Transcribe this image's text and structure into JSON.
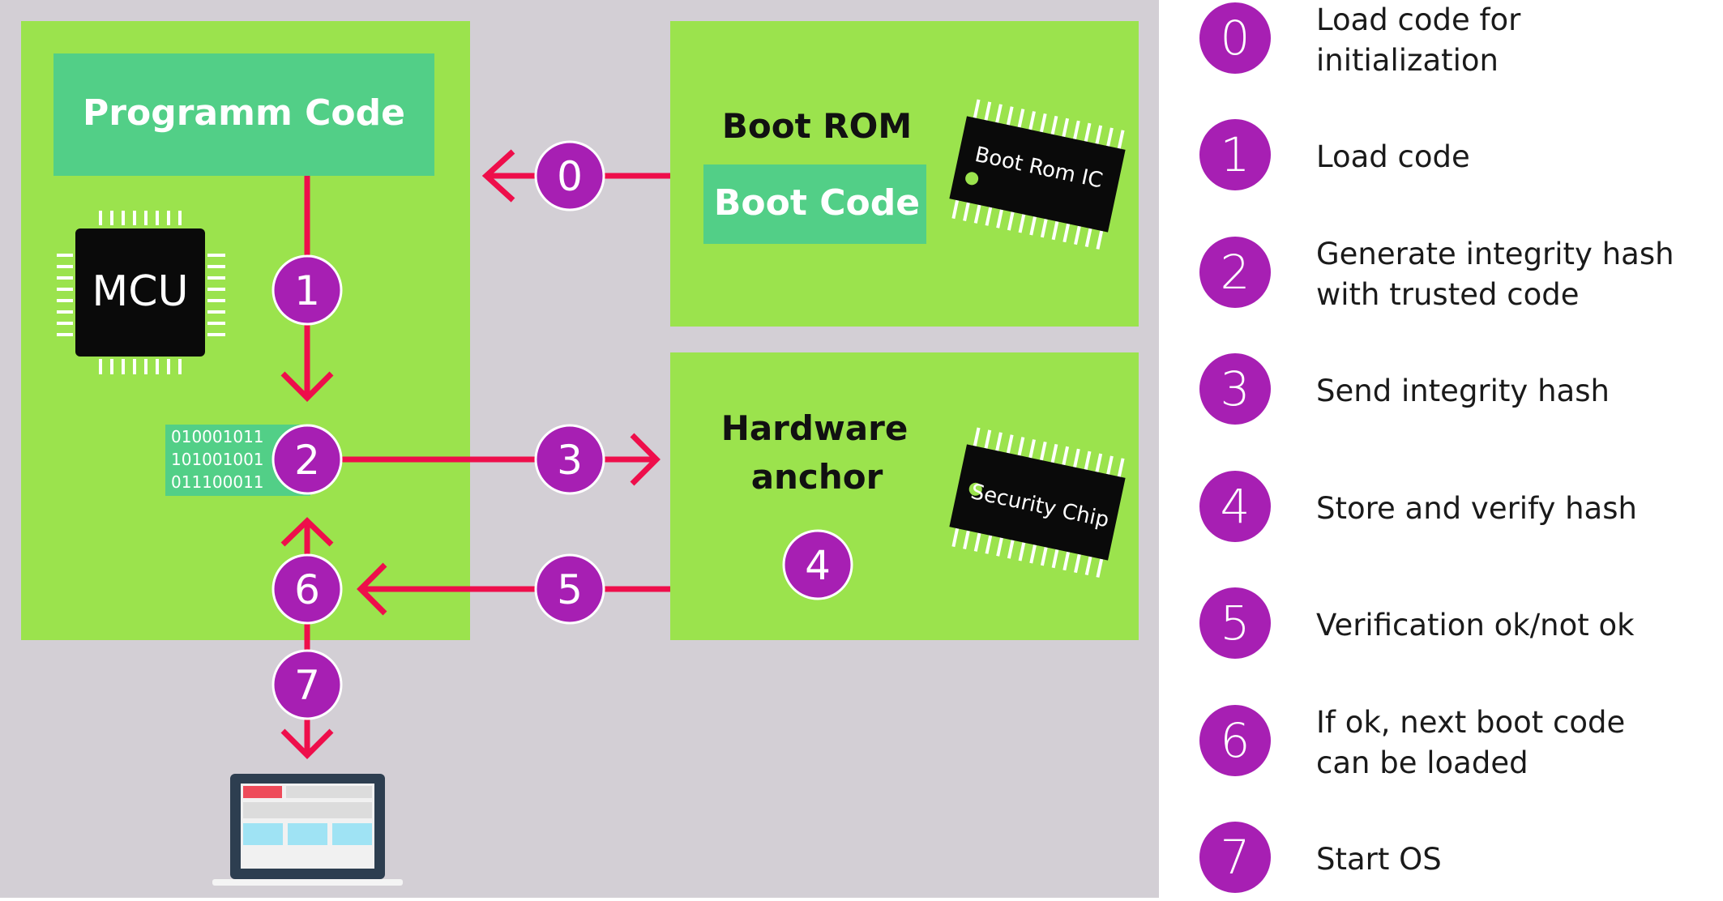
{
  "colors": {
    "background": "#d3cfd5",
    "panel_green": "#9be34d",
    "code_green": "#52cf87",
    "arrow_red": "#ee0e4b",
    "step_purple": "#a71fb3",
    "chip_black": "#0a0a0a"
  },
  "diagram": {
    "program_code_label": "Programm Code",
    "mcu_label": "MCU",
    "boot_rom_title": "Boot ROM",
    "boot_code_label": "Boot Code",
    "boot_rom_chip_label": "Boot Rom IC",
    "hardware_anchor_title_line1": "Hardware",
    "hardware_anchor_title_line2": "anchor",
    "security_chip_label": "Security Chip",
    "binary_lines": [
      "010001011",
      "101001001",
      "011100011"
    ],
    "laptop_icon": "laptop-icon",
    "steps": [
      "0",
      "1",
      "2",
      "3",
      "4",
      "5",
      "6",
      "7"
    ]
  },
  "legend": [
    {
      "number": "0",
      "text": "Load code for initialization"
    },
    {
      "number": "1",
      "text": "Load code"
    },
    {
      "number": "2",
      "text": "Generate integrity hash\nwith trusted code"
    },
    {
      "number": "3",
      "text": "Send integrity hash"
    },
    {
      "number": "4",
      "text": "Store and verify hash"
    },
    {
      "number": "5",
      "text": "Verification ok/not ok"
    },
    {
      "number": "6",
      "text": "If ok, next boot code\ncan be loaded"
    },
    {
      "number": "7",
      "text": "Start OS"
    }
  ]
}
